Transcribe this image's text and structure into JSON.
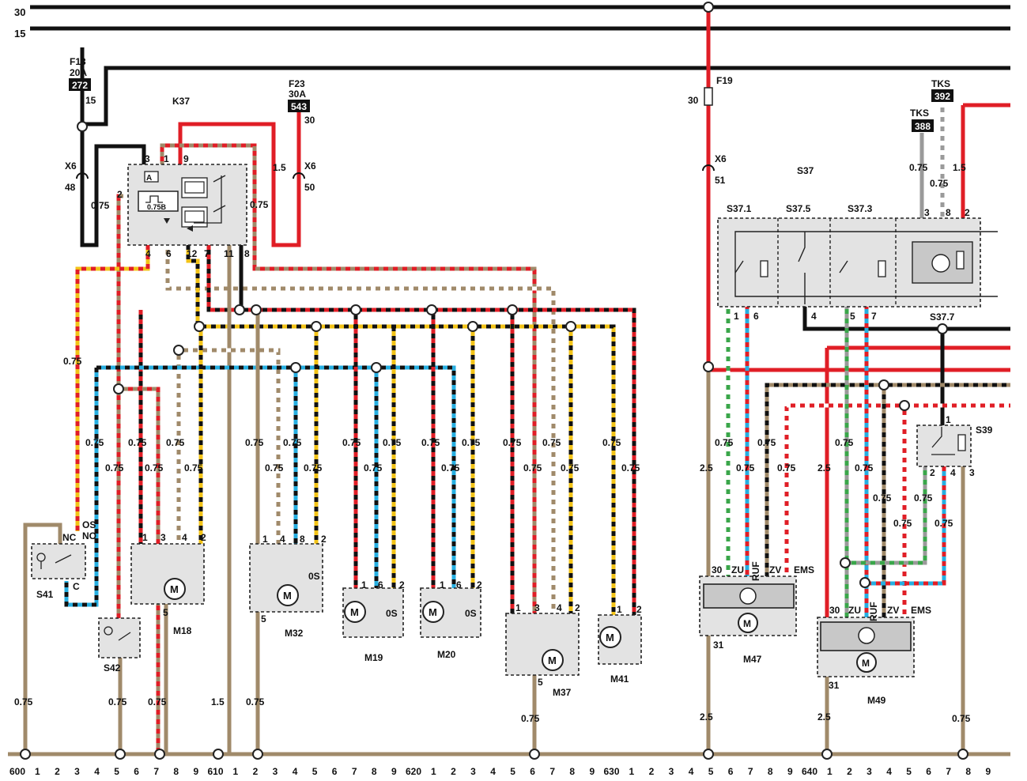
{
  "rails": {
    "r30": "30",
    "r15": "15"
  },
  "fuses": {
    "f13": {
      "name": "F13",
      "rating": "20A",
      "code": "272",
      "pin": "15"
    },
    "f23": {
      "name": "F23",
      "rating": "30A",
      "code": "543",
      "pin": "30"
    },
    "f19": {
      "name": "F19",
      "pin": "30"
    },
    "tks392": {
      "name": "TKS",
      "code": "392"
    },
    "tks388": {
      "name": "TKS",
      "code": "388"
    }
  },
  "connectors": {
    "x6a": {
      "name": "X6",
      "pin": "48"
    },
    "x6b": {
      "name": "X6",
      "pin": "50"
    },
    "x6c": {
      "name": "X6",
      "pin": "51"
    }
  },
  "components": {
    "k37": {
      "name": "K37",
      "timer": "0.75B",
      "pins_top": [
        "3",
        "1",
        "9"
      ],
      "pin_left": "2",
      "pins_bottom": [
        "4",
        "6",
        "12",
        "7",
        "11",
        "8"
      ]
    },
    "s37": {
      "name": "S37",
      "sub": [
        "S37.1",
        "S37.5",
        "S37.3",
        "S37.7"
      ],
      "pins_bottom": [
        "1",
        "6",
        "4",
        "5",
        "7"
      ],
      "pins_top": [
        "3",
        "8",
        "2"
      ]
    },
    "s39": {
      "name": "S39",
      "pins": [
        "1",
        "2",
        "4",
        "3"
      ]
    },
    "s41": {
      "name": "S41",
      "pins": [
        "OS",
        "NC",
        "NO",
        "C"
      ]
    },
    "s42": {
      "name": "S42"
    },
    "m18": {
      "name": "M18",
      "pins": [
        "1",
        "3",
        "4",
        "2",
        "5"
      ]
    },
    "m32": {
      "name": "M32",
      "pins": [
        "1",
        "4",
        "8",
        "2",
        "0S",
        "5"
      ]
    },
    "m19": {
      "name": "M19",
      "pins": [
        "1",
        "6",
        "2",
        "0S"
      ]
    },
    "m20": {
      "name": "M20",
      "pins": [
        "1",
        "6",
        "2",
        "0S"
      ]
    },
    "m37": {
      "name": "M37",
      "pins": [
        "1",
        "3",
        "4",
        "2",
        "5"
      ]
    },
    "m41": {
      "name": "M41",
      "pins": [
        "1",
        "2"
      ]
    },
    "m47": {
      "name": "M47",
      "pins": [
        "30",
        "ZU",
        "RUF",
        "ZV",
        "EMS",
        "31"
      ]
    },
    "m49": {
      "name": "M49",
      "pins": [
        "30",
        "ZU",
        "RUF",
        "ZV",
        "EMS",
        "31"
      ]
    }
  },
  "motor_symbol": "M",
  "wire_sizes": {
    "w075": "0.75",
    "w15": "1.5",
    "w25": "2.5"
  },
  "ground_bus": {
    "labels": [
      "600",
      "1",
      "2",
      "3",
      "4",
      "5",
      "6",
      "7",
      "8",
      "9",
      "610",
      "1",
      "2",
      "3",
      "4",
      "5",
      "6",
      "7",
      "8",
      "9",
      "620",
      "1",
      "2",
      "3",
      "4",
      "5",
      "6",
      "7",
      "8",
      "9",
      "630",
      "1",
      "2",
      "3",
      "4",
      "5",
      "6",
      "7",
      "8",
      "9",
      "640",
      "1",
      "2",
      "3",
      "4",
      "5",
      "6",
      "7",
      "8",
      "9"
    ]
  },
  "wire_colors": {
    "black": "#111111",
    "red": "#e01e26",
    "yellow": "#f2c318",
    "blue": "#27aee0",
    "brown": "#a08a6a",
    "green": "#3aa64a",
    "white": "#ffffff",
    "grey": "#9a9a9a"
  }
}
